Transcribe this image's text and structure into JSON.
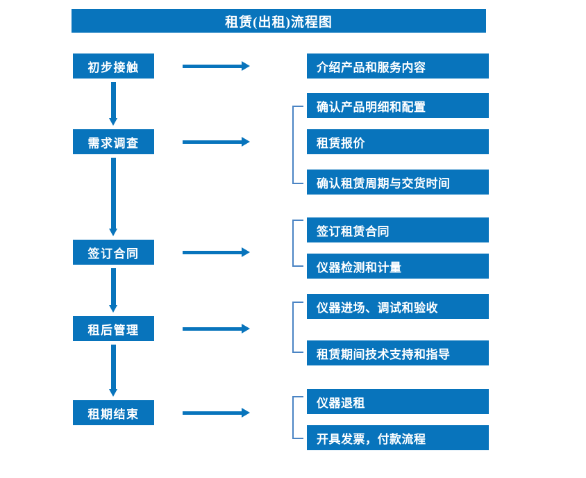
{
  "title": "租赁(出租)流程图",
  "stages": [
    {
      "label": "初步接触"
    },
    {
      "label": "需求调查"
    },
    {
      "label": "签订合同"
    },
    {
      "label": "租后管理"
    },
    {
      "label": "租期结束"
    }
  ],
  "details": [
    {
      "label": "介绍产品和服务内容"
    },
    {
      "label": "确认产品明细和配置"
    },
    {
      "label": "租赁报价"
    },
    {
      "label": "确认租赁周期与交货时间"
    },
    {
      "label": "签订租赁合同"
    },
    {
      "label": "仪器检测和计量"
    },
    {
      "label": "仪器进场、调试和验收"
    },
    {
      "label": "租赁期间技术支持和指导"
    },
    {
      "label": "仪器退租"
    },
    {
      "label": "开具发票，付款流程"
    }
  ],
  "colors": {
    "box_blue": "#0874bc",
    "bracket_blue": "#4a84c4",
    "box_text": "#ffffff",
    "background": "#ffffff"
  }
}
